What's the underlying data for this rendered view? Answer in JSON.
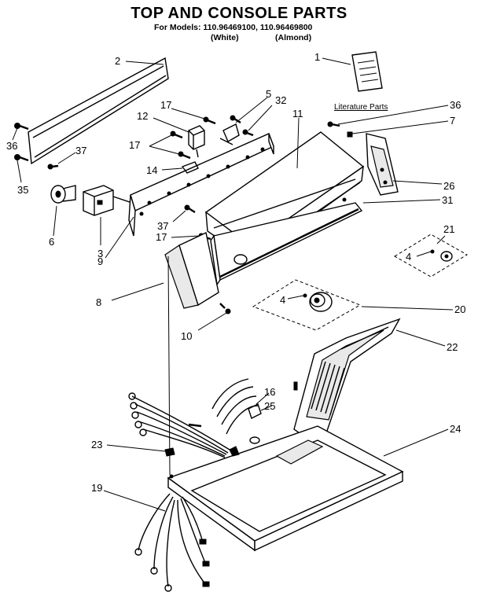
{
  "header": {
    "title": "TOP AND CONSOLE PARTS",
    "models_line": "For Models: 110.96469100, 110.96469800",
    "variant_white": "(White)",
    "variant_almond": "(Almond)"
  },
  "literature_label": "Literature Parts",
  "callouts": {
    "c1": "1",
    "c2": "2",
    "c3": "3",
    "c4a": "4",
    "c4b": "4",
    "c5": "5",
    "c6": "6",
    "c7": "7",
    "c8": "8",
    "c9": "9",
    "c10": "10",
    "c11": "11",
    "c12": "12",
    "c14": "14",
    "c16": "16",
    "c17a": "17",
    "c17b": "17",
    "c17c": "17",
    "c19": "19",
    "c20": "20",
    "c21": "21",
    "c22": "22",
    "c23": "23",
    "c24": "24",
    "c25": "25",
    "c26": "26",
    "c31": "31",
    "c32": "32",
    "c35": "35",
    "c36a": "36",
    "c36b": "36",
    "c37a": "37",
    "c37b": "37"
  },
  "icons": [
    "screw-icon",
    "knob-icon",
    "timer-icon",
    "switch-icon",
    "wire-harness-icon"
  ]
}
